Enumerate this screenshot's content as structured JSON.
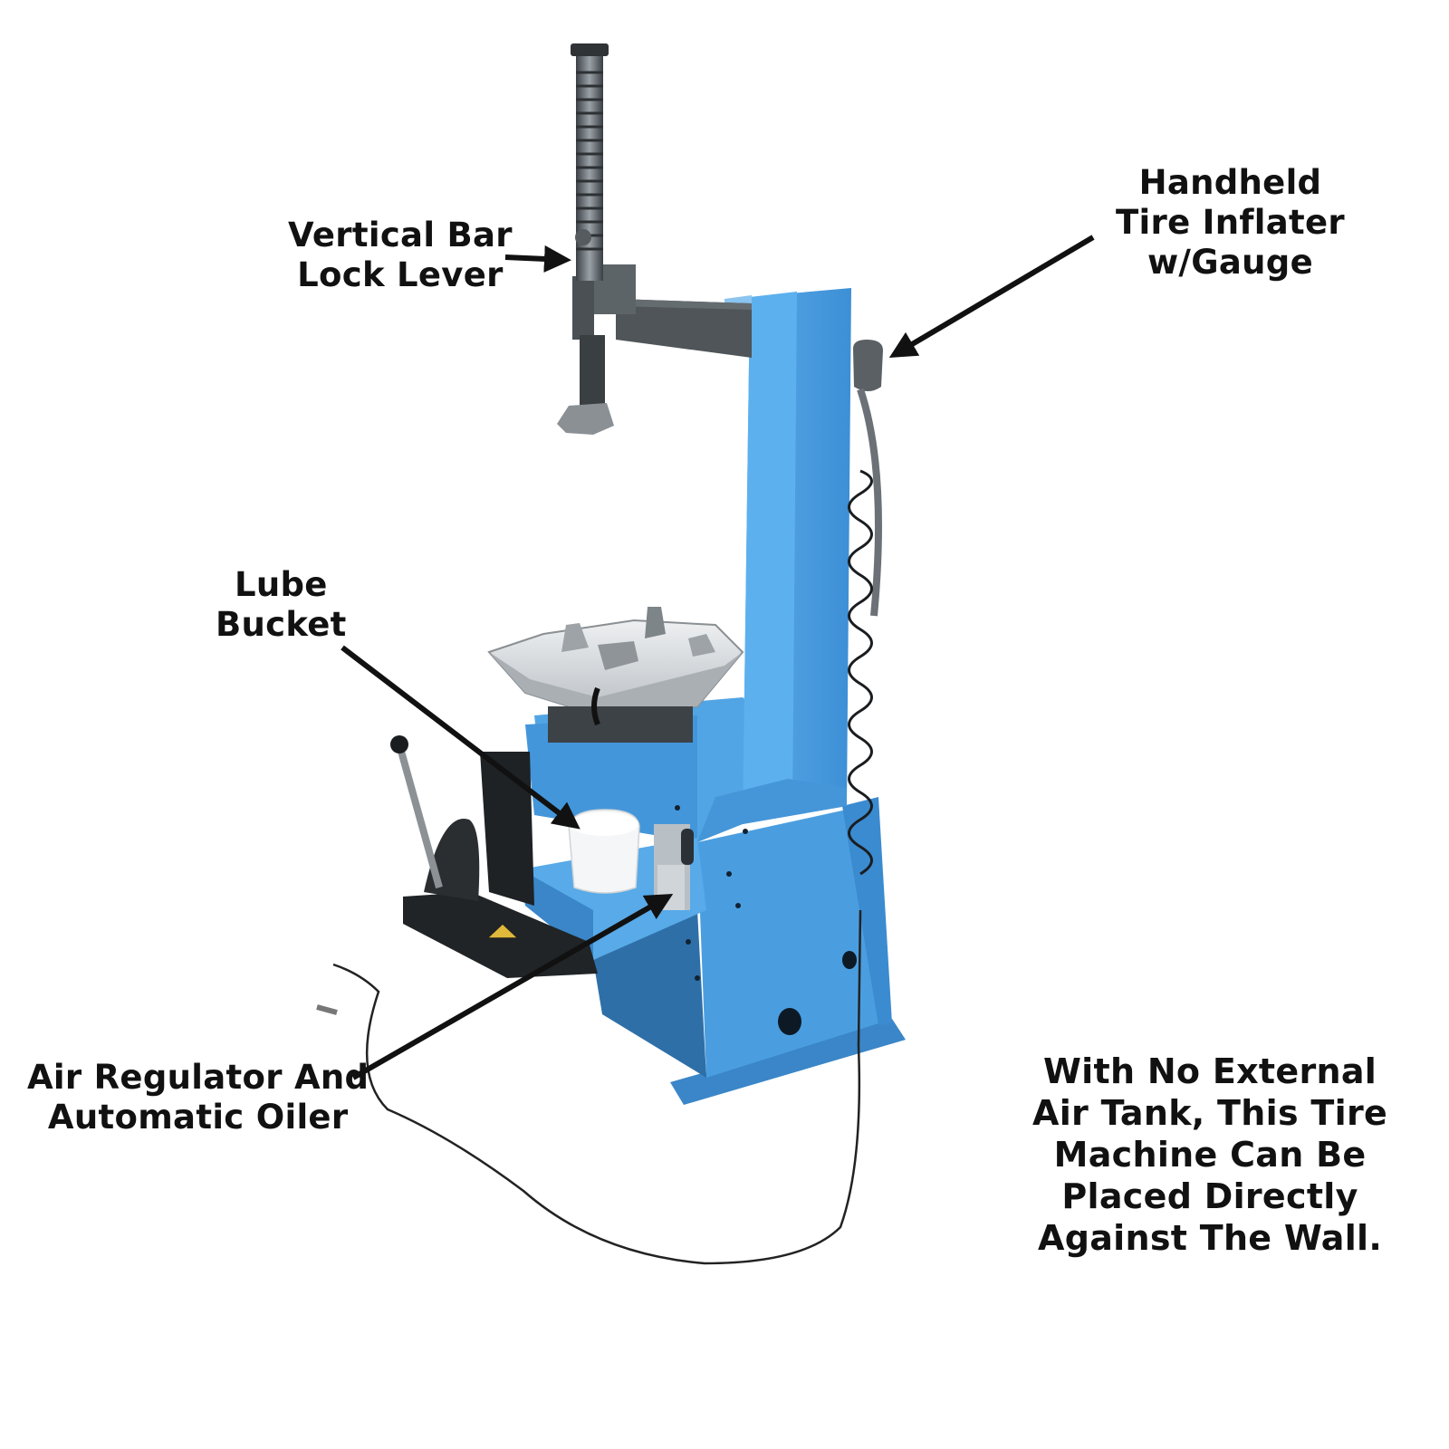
{
  "diagram": {
    "subject": "tire-changer-machine",
    "colors": {
      "machine_body": "#4a9ee0",
      "machine_body_shadow": "#3a86c8",
      "machine_body_dark": "#2f6fa8",
      "arm": "#4f5558",
      "turntable": "#d8dcdf",
      "arrow": "#111111",
      "background": "#ffffff",
      "text": "#111111"
    },
    "callouts": [
      {
        "id": "vertical-bar-lock-lever",
        "lines": [
          "Vertical Bar",
          "Lock Lever"
        ]
      },
      {
        "id": "handheld-tire-inflater",
        "lines": [
          "Handheld",
          "Tire Inflater",
          "w/Gauge"
        ]
      },
      {
        "id": "lube-bucket",
        "lines": [
          "Lube",
          "Bucket"
        ]
      },
      {
        "id": "air-regulator",
        "lines": [
          "Air Regulator And",
          "Automatic Oiler"
        ]
      }
    ],
    "note": {
      "lines": [
        "With No External",
        "Air Tank, This Tire",
        "Machine Can Be",
        "Placed Directly",
        "Against The Wall."
      ]
    }
  }
}
